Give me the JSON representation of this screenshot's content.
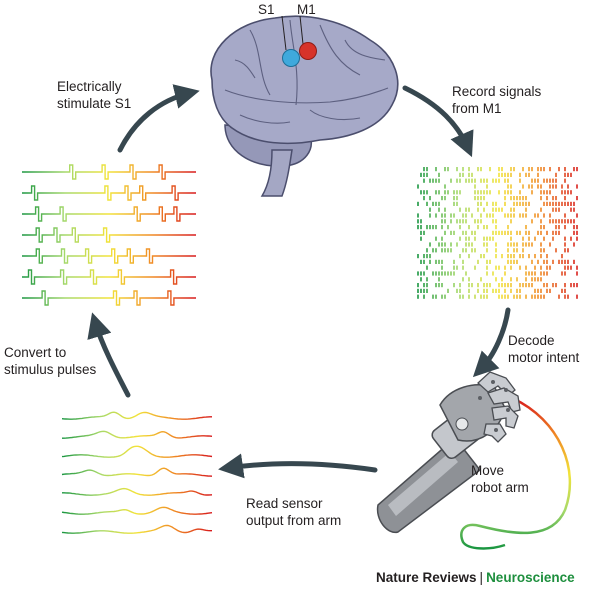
{
  "brain": {
    "s1_label": "S1",
    "m1_label": "M1",
    "s1_color": "#3fa9dc",
    "m1_color": "#d7332a",
    "brain_color": "#a6a9c8"
  },
  "steps": {
    "stimulate": [
      "Electrically",
      "stimulate S1"
    ],
    "record": [
      "Record signals",
      "from M1"
    ],
    "decode": [
      "Decode",
      "motor intent"
    ],
    "move": [
      "Move",
      "robot arm"
    ],
    "read": [
      "Read sensor",
      "output from arm"
    ],
    "convert": [
      "Convert to",
      "stimulus pulses"
    ]
  },
  "footer": {
    "journal": "Nature Reviews",
    "separator": "|",
    "section": "Neuroscience",
    "section_color": "#1e8f3e"
  },
  "colors": {
    "arrow": "#37474f",
    "gradient": [
      "#1a9641",
      "#a6d96a",
      "#f2e33a",
      "#f08a24",
      "#d7191c"
    ]
  }
}
